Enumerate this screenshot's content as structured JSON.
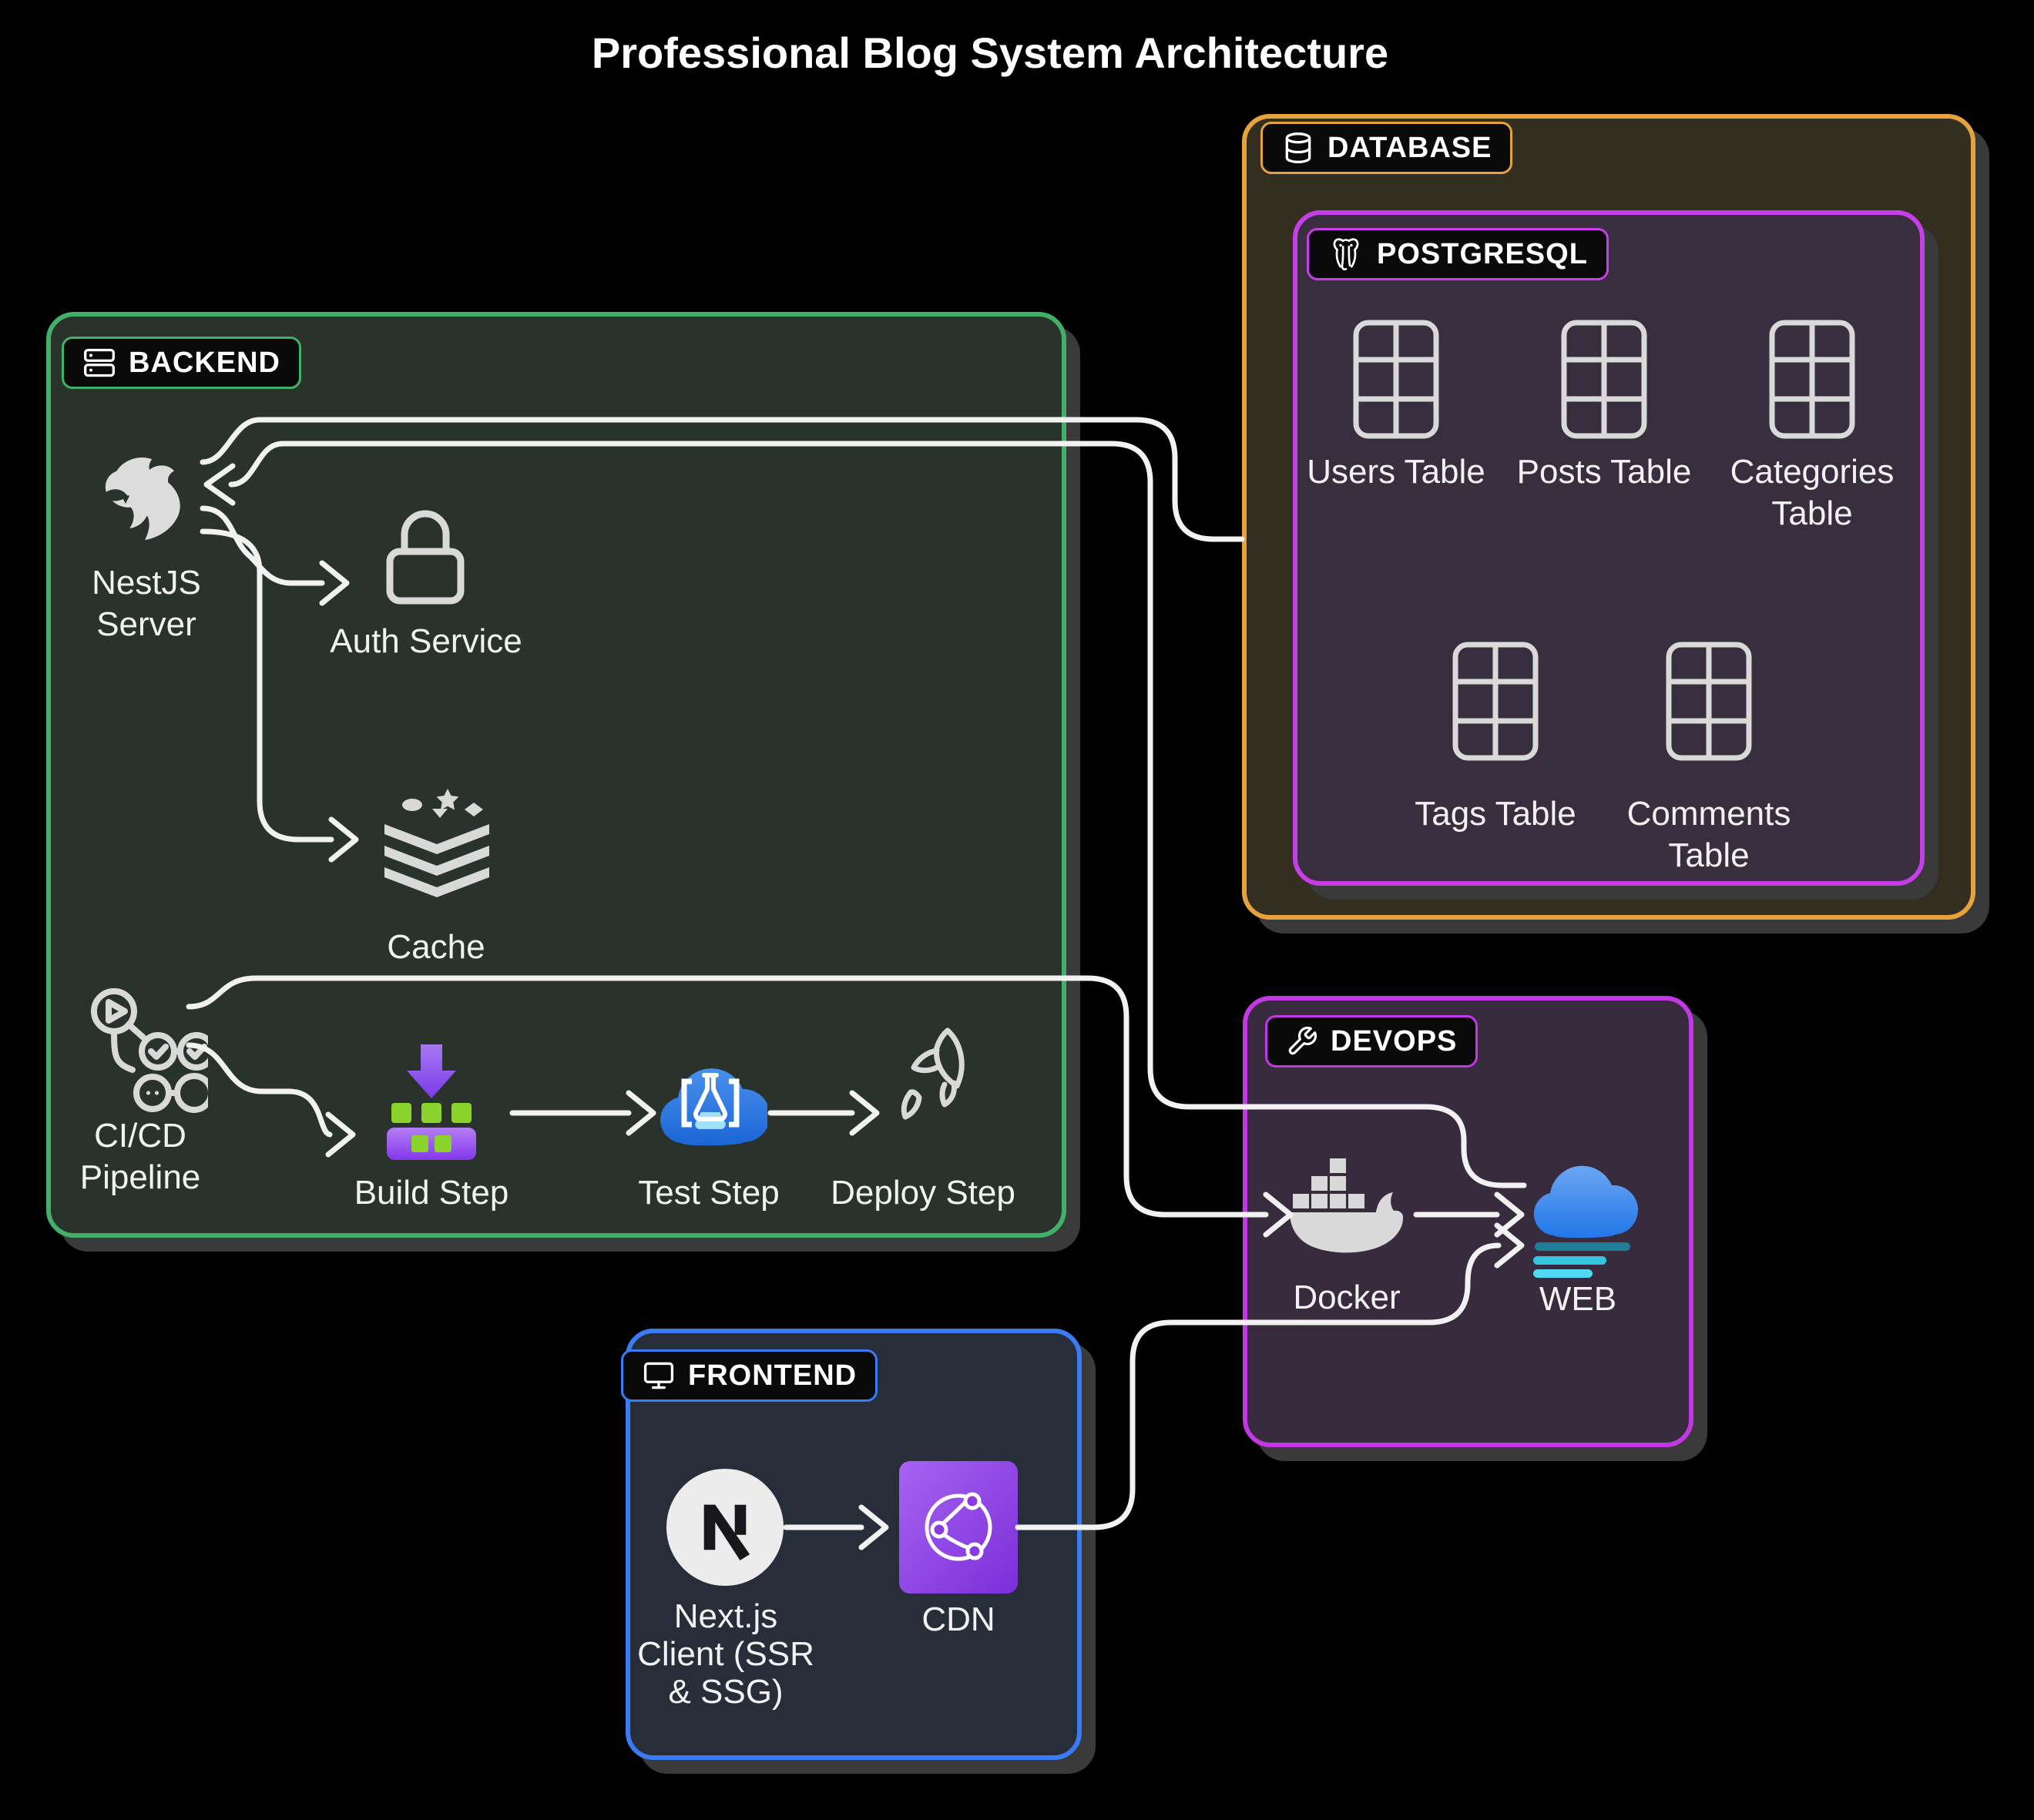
{
  "title": "Professional Blog System Architecture",
  "groups": {
    "backend": {
      "label": "BACKEND",
      "accent": "#43b06a"
    },
    "database": {
      "label": "DATABASE",
      "accent": "#e6a33c"
    },
    "postgresql": {
      "label": "POSTGRESQL",
      "accent": "#c63ee8"
    },
    "devops": {
      "label": "DEVOPS",
      "accent": "#c238e2"
    },
    "frontend": {
      "label": "FRONTEND",
      "accent": "#3b7cf6"
    }
  },
  "nodes": {
    "nestjs": {
      "line1": "NestJS",
      "line2": "Server"
    },
    "auth": {
      "label": "Auth Service"
    },
    "cache": {
      "label": "Cache"
    },
    "cicd": {
      "line1": "CI/CD",
      "line2": "Pipeline"
    },
    "build": {
      "label": "Build Step"
    },
    "test": {
      "label": "Test Step"
    },
    "deploy": {
      "label": "Deploy Step"
    },
    "users": {
      "label": "Users Table"
    },
    "posts": {
      "label": "Posts Table"
    },
    "categories": {
      "line1": "Categories",
      "line2": "Table"
    },
    "tags": {
      "label": "Tags Table"
    },
    "comments": {
      "line1": "Comments",
      "line2": "Table"
    },
    "docker": {
      "label": "Docker"
    },
    "web": {
      "label": "WEB"
    },
    "nextjs": {
      "line1": "Next.js",
      "line2": "Client (SSR",
      "line3": "& SSG)"
    },
    "cdn": {
      "label": "CDN"
    }
  },
  "edges": [
    {
      "from": "NestJS Server",
      "to": "PostgreSQL (DATABASE)",
      "arrow": "none"
    },
    {
      "from": "WEB",
      "to": "NestJS Server",
      "arrow": "at-nestjs"
    },
    {
      "from": "NestJS Server",
      "to": "Auth Service",
      "arrow": "at-auth"
    },
    {
      "from": "NestJS Server",
      "to": "Cache",
      "arrow": "at-cache"
    },
    {
      "from": "CI/CD Pipeline",
      "to": "Docker",
      "arrow": "at-docker"
    },
    {
      "from": "CI/CD Pipeline",
      "to": "Build Step",
      "arrow": "at-build"
    },
    {
      "from": "Build Step",
      "to": "Test Step",
      "arrow": "at-test"
    },
    {
      "from": "Test Step",
      "to": "Deploy Step",
      "arrow": "at-deploy"
    },
    {
      "from": "Docker",
      "to": "WEB",
      "arrow": "at-web"
    },
    {
      "from": "CDN",
      "to": "WEB",
      "arrow": "at-web"
    },
    {
      "from": "Next.js Client (SSR & SSG)",
      "to": "CDN",
      "arrow": "at-cdn"
    }
  ],
  "colors": {
    "bg": "#000000",
    "wire": "#f2f2f2",
    "text": "#f2f2f2",
    "label_bg": "#0a0a0a",
    "icon_gray": "#d9d9d9",
    "backend_accent": "#43b06a",
    "backend_bg": "#29332b",
    "database_accent": "#e6a33c",
    "database_bg": "#332e20",
    "postgres_accent": "#c63ee8",
    "postgres_bg": "#392e3e",
    "devops_accent": "#c238e2",
    "devops_bg": "#372b3d",
    "frontend_accent": "#3b7cf6",
    "frontend_bg": "#272d39",
    "build_green": "#8ad32c",
    "build_purple_light": "#a678f2",
    "build_purple_dark": "#7d3be8",
    "test_blue_light": "#4a90ec",
    "test_blue_dark": "#1b66d6",
    "web_blue_light": "#6ba6f4",
    "web_blue_dark": "#2277e8",
    "web_line1": "#1f7f99",
    "web_line2": "#35c4dd",
    "web_line3": "#4fd9f2",
    "cdn_purple_light": "#a763f2",
    "cdn_purple_dark": "#7b2ed8",
    "nextjs_circle": "#ececec",
    "nextjs_n": "#17171c",
    "shadow": "#3a3a3a"
  }
}
